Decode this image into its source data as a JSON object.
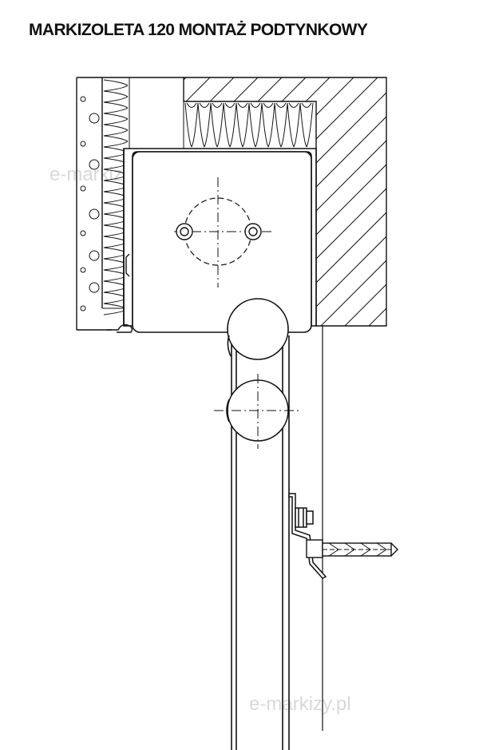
{
  "title": "MARKIZOLETA 120 MONTAŻ PODTYNKOWY",
  "watermarks": [
    "e-markizy.pl",
    "e-markizy.pl"
  ],
  "colors": {
    "line": "#111111",
    "fill": "#ffffff",
    "watermark": "#d9d9d9"
  }
}
